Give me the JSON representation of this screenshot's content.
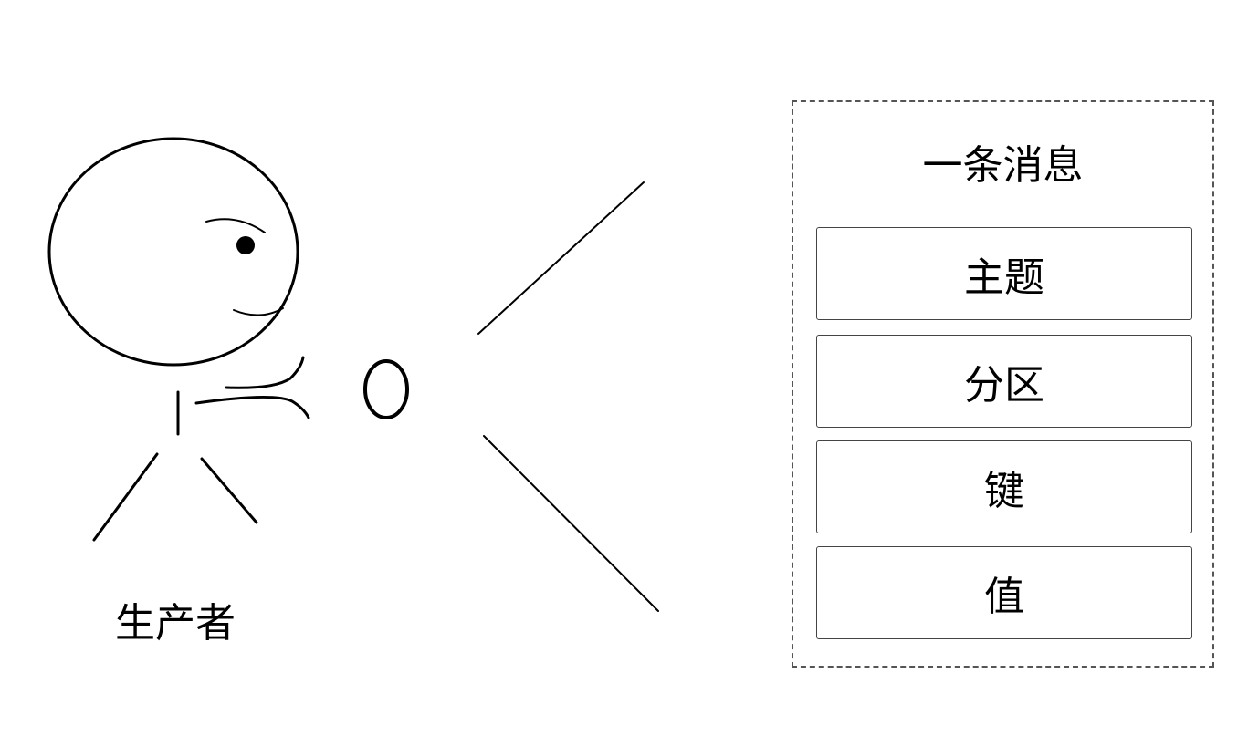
{
  "producer": {
    "label": "生产者"
  },
  "message": {
    "title": "一条消息",
    "fields": [
      {
        "label": "主题"
      },
      {
        "label": "分区"
      },
      {
        "label": "键"
      },
      {
        "label": "值"
      }
    ]
  },
  "colors": {
    "stroke": "#000000",
    "frame": "#555555",
    "background": "#ffffff"
  }
}
